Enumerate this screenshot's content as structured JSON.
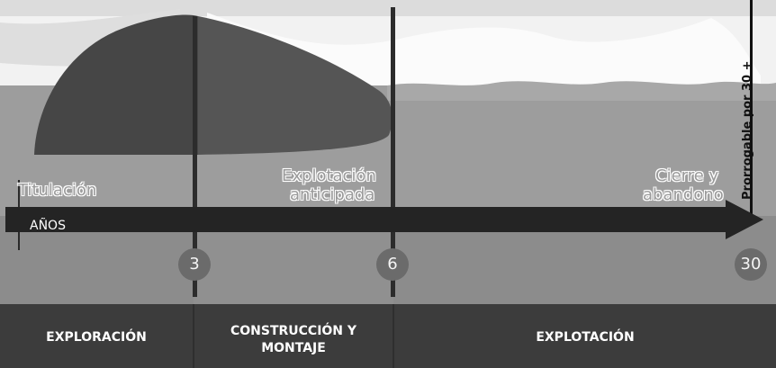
{
  "labels": {
    "titulacion": "Titulación",
    "explotacion_anticipada_1": "Explotación",
    "explotacion_anticipada_2": "anticipada",
    "cierre_1": "Cierre y",
    "cierre_2": "abandono",
    "prorrogable": "Prorrogable por 30 +",
    "axis": "AÑOS"
  },
  "markers": [
    "3",
    "6",
    "30"
  ],
  "phases": {
    "exploracion": "EXPLORACIÓN",
    "construccion_1": "CONSTRUCCIÓN Y",
    "construccion_2": "MONTAJE",
    "explotacion": "EXPLOTACIÓN"
  },
  "colors": {
    "sky": "#f3f3f3",
    "upper_band": "#999999",
    "lower_band": "#8a8a8a",
    "mountain": "#4b4b4b",
    "arrow": "#222222",
    "phase_bar": "#3c3c3c"
  }
}
